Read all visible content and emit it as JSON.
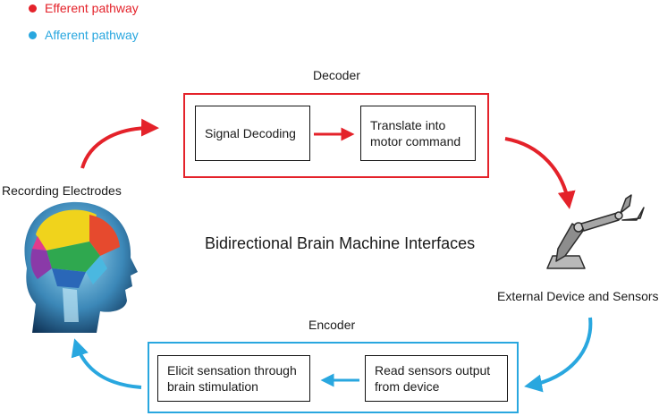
{
  "legend": {
    "efferent": {
      "label": "Efferent pathway",
      "color": "#e4222a"
    },
    "afferent": {
      "label": "Afferent pathway",
      "color": "#29a7df"
    }
  },
  "title": "Bidirectional Brain Machine Interfaces",
  "decoder": {
    "label": "Decoder",
    "color": "#e4222a",
    "boxes": [
      "Signal Decoding",
      "Translate into motor command"
    ]
  },
  "encoder": {
    "label": "Encoder",
    "color": "#29a7df",
    "boxes": [
      "Elicit sensation through brain stimulation",
      "Read sensors output from device"
    ]
  },
  "nodes": {
    "recording": "Recording Electrodes",
    "device": "External Device and Sensors"
  },
  "icons": {
    "brain": "head-brain-icon",
    "arm": "robotic-arm-icon"
  }
}
